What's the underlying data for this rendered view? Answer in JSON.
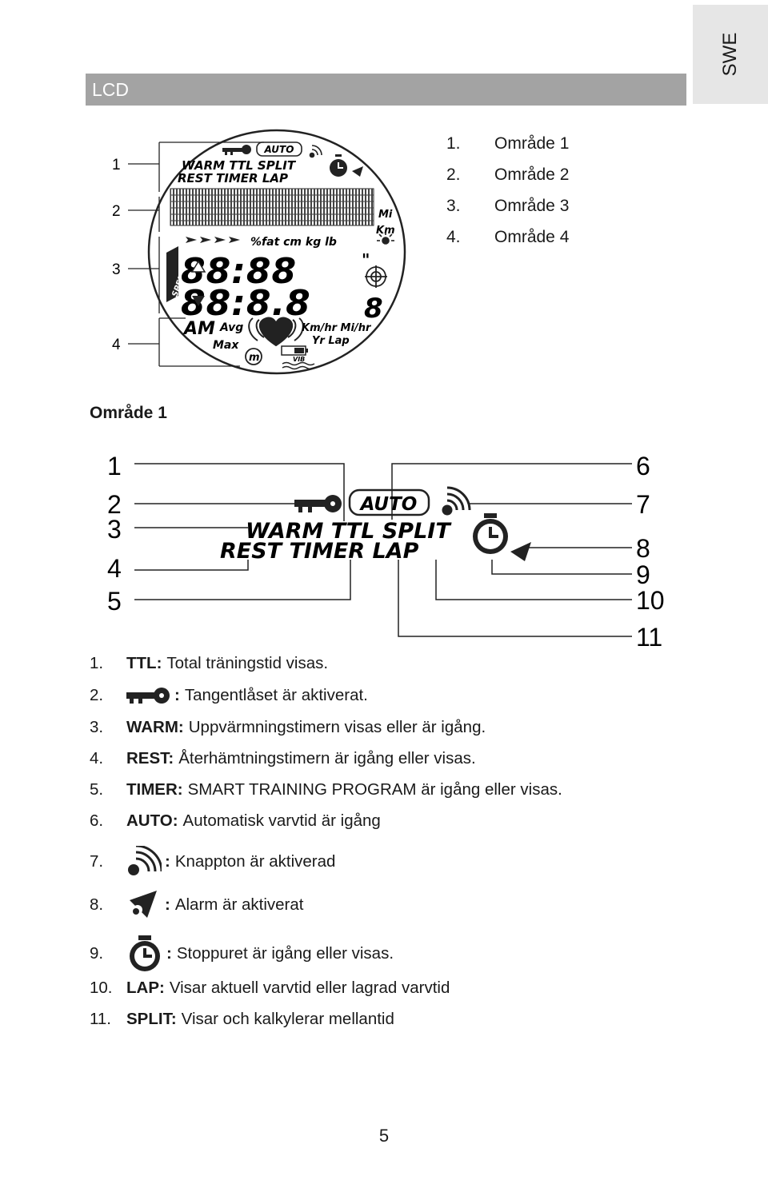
{
  "language_tab": "SWE",
  "section_title": "LCD",
  "zones": [
    {
      "num": "1.",
      "label": "Område 1"
    },
    {
      "num": "2.",
      "label": "Område 2"
    },
    {
      "num": "3.",
      "label": "Område 3"
    },
    {
      "num": "4.",
      "label": "Område 4"
    }
  ],
  "overview_callouts": [
    "1",
    "2",
    "3",
    "4"
  ],
  "overview_lcd_text": {
    "auto": "AUTO",
    "row1": "WARM TTL SPLIT",
    "row2": "REST TIMER LAP",
    "mi": "Mi",
    "km": "Km",
    "units": "%fat  cm kg  lb",
    "digits_top": "88:88",
    "digits_bottom": "88:8.8",
    "am": "AM",
    "avg": "Avg",
    "max": "Max",
    "speed_units": "Km/hr Mi/hr",
    "yr_lap": "Yr Lap",
    "vib": "VIB",
    "inches": "\"",
    "m": "m"
  },
  "subheading": "Område 1",
  "detail_callouts_left": [
    "1",
    "2",
    "3",
    "4",
    "5"
  ],
  "detail_callouts_right": [
    "6",
    "7",
    "8",
    "9",
    "10",
    "11"
  ],
  "detail_lcd_text": {
    "auto": "AUTO",
    "row1": "WARM TTL SPLIT",
    "row2": "REST  TIMER  LAP"
  },
  "items": [
    {
      "num": "1.",
      "term": "TTL:",
      "icon": "",
      "text": "Total träningstid visas."
    },
    {
      "num": "2.",
      "term": ":",
      "icon": "key-icon",
      "text": "Tangentlåset är aktiverat."
    },
    {
      "num": "3.",
      "term": "WARM:",
      "icon": "",
      "text": "Uppvärmningstimern visas eller är igång."
    },
    {
      "num": "4.",
      "term": "REST:",
      "icon": "",
      "text": "Återhämtningstimern är igång eller visas."
    },
    {
      "num": "5.",
      "term": "TIMER:",
      "icon": "",
      "text": "SMART TRAINING PROGRAM är igång eller visas."
    },
    {
      "num": "6.",
      "term": "AUTO:",
      "icon": "",
      "text": "Automatisk varvtid är igång"
    },
    {
      "num": "7.",
      "term": ":",
      "icon": "signal-icon",
      "text": "Knappton är aktiverad"
    },
    {
      "num": "8.",
      "term": ":",
      "icon": "bell-icon",
      "text": "Alarm är aktiverat"
    },
    {
      "num": "9.",
      "term": ":",
      "icon": "stopwatch-icon",
      "text": "Stoppuret är igång eller visas."
    },
    {
      "num": "10.",
      "term": "LAP:",
      "icon": "",
      "text": "Visar aktuell varvtid eller lagrad varvtid"
    },
    {
      "num": "11.",
      "term": "SPLIT:",
      "icon": "",
      "text": "Visar och kalkylerar mellantid"
    }
  ],
  "page_number": "5"
}
